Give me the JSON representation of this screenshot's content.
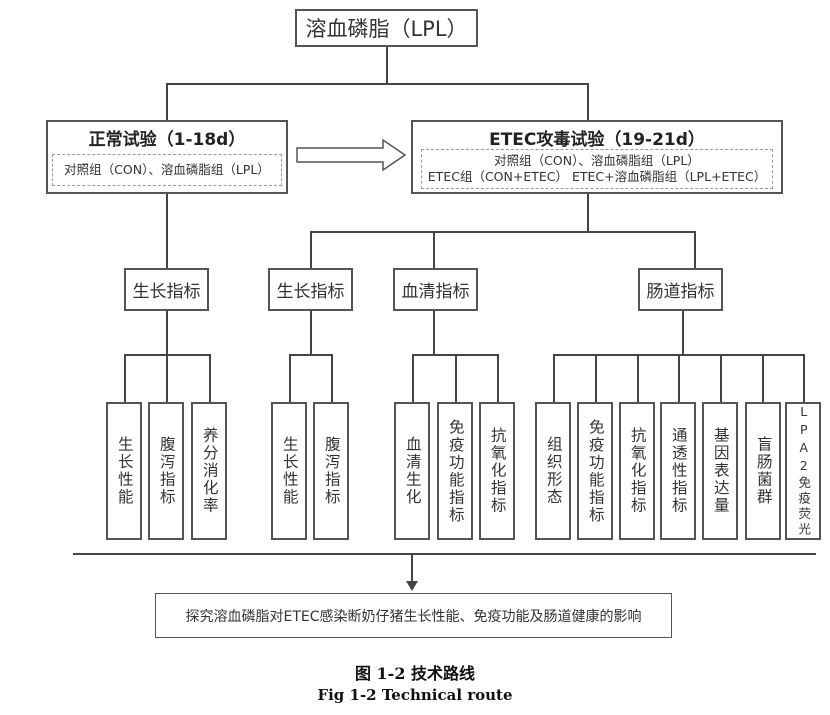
{
  "root": {
    "label": "溶血磷脂（LPL）"
  },
  "stages": [
    {
      "title": "正常试验（1-18d）",
      "groups": [
        "对照组（CON）、溶血磷脂组（LPL）"
      ]
    },
    {
      "title": "ETEC攻毒试验（19-21d）",
      "groups": [
        "对照组（CON）、溶血磷脂组（LPL）",
        "ETEC组（CON+ETEC） ETEC+溶血磷脂组（LPL+ETEC）"
      ]
    }
  ],
  "categories": [
    {
      "label": "生长指标",
      "leaves": [
        "生长性能",
        "腹泻指标",
        "养分消化率"
      ]
    },
    {
      "label": "生长指标",
      "leaves": [
        "生长性能",
        "腹泻指标"
      ]
    },
    {
      "label": "血清指标",
      "leaves": [
        "血清生化",
        "免疫功能指标",
        "抗氧化指标"
      ]
    },
    {
      "label": "肠道指标",
      "leaves": [
        "组织形态",
        "免疫功能指标",
        "抗氧化指标",
        "通透性指标",
        "基因表达量",
        "盲肠菌群",
        "LPA2免疫荧光"
      ]
    }
  ],
  "goal": {
    "label": "探究溶血磷脂对ETEC感染断奶仔猪生长性能、免疫功能及肠道健康的影响"
  },
  "caption": {
    "cn": "图 1-2 技术路线",
    "en": "Fig 1-2 Technical route"
  }
}
